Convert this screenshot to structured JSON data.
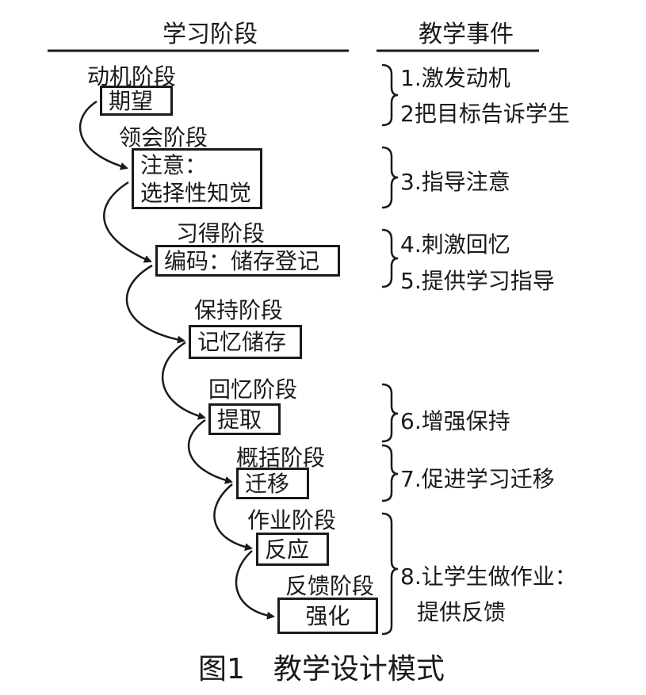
{
  "headers": {
    "left": "学习阶段",
    "right": "教学事件"
  },
  "stages": [
    {
      "name": "动机阶段",
      "box": [
        "期望"
      ]
    },
    {
      "name": "领会阶段",
      "box": [
        "注意：",
        "选择性知觉"
      ]
    },
    {
      "name": "习得阶段",
      "box": [
        "编码：储存登记"
      ]
    },
    {
      "name": "保持阶段",
      "box": [
        "记忆储存"
      ]
    },
    {
      "name": "回忆阶段",
      "box": [
        "提取"
      ]
    },
    {
      "name": "概括阶段",
      "box": [
        "迁移"
      ]
    },
    {
      "name": "作业阶段",
      "box": [
        "反应"
      ]
    },
    {
      "name": "反馈阶段",
      "box": [
        "强化"
      ]
    }
  ],
  "events": [
    "1.激发动机",
    "2把目标告诉学生",
    "3.指导注意",
    "4.刺激回忆",
    "5.提供学习指导",
    "6.增强保持",
    "7.促进学习迁移",
    "8.让学生做作业：",
    "提供反馈"
  ],
  "caption": "图1　教学设计模式"
}
